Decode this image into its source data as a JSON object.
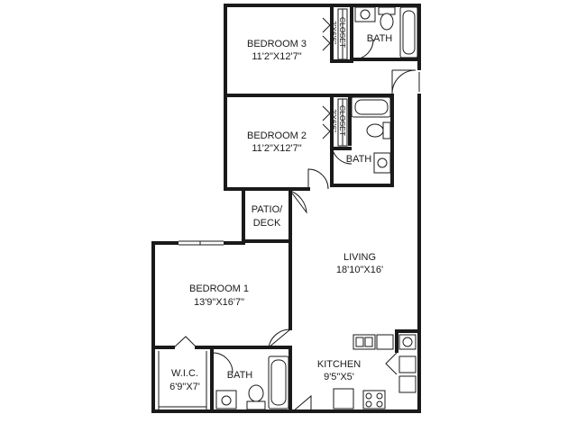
{
  "rooms": {
    "bedroom3": {
      "name": "BEDROOM 3",
      "size": "11'2\"X12'7\""
    },
    "bedroom2": {
      "name": "BEDROOM 2",
      "size": "11'2\"X12'7\""
    },
    "bedroom1": {
      "name": "BEDROOM 1",
      "size": "13'9\"X16'7\""
    },
    "living": {
      "name": "LIVING",
      "size": "18'10\"X16'"
    },
    "kitchen": {
      "name": "KITCHEN",
      "size": "9'5\"X5'"
    },
    "wic": {
      "name": "W.I.C.",
      "size": "6'9\"X7'"
    },
    "patio": {
      "line1": "PATIO/",
      "line2": "DECK"
    },
    "bath_top": {
      "name": "BATH"
    },
    "bath_mid": {
      "name": "BATH"
    },
    "bath_low": {
      "name": "BATH"
    }
  },
  "closets": {
    "upper": {
      "label": "CLOSET",
      "size": "2'X6'6\""
    },
    "lower": {
      "label": "CLOSET",
      "size": "2'X6'6\""
    }
  }
}
